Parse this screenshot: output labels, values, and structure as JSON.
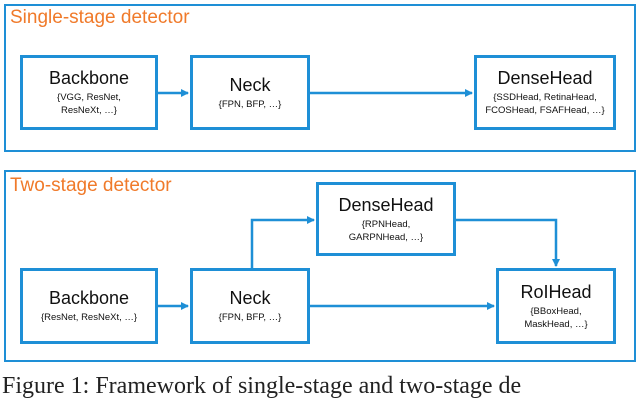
{
  "single_stage": {
    "title": "Single-stage detector",
    "backbone": {
      "title": "Backbone",
      "sub_lines": [
        "{VGG, ResNet,",
        "ResNeXt, …}"
      ]
    },
    "neck": {
      "title": "Neck",
      "sub_lines": [
        "{FPN, BFP, …}"
      ]
    },
    "dense_head": {
      "title": "DenseHead",
      "sub_lines": [
        "{SSDHead, RetinaHead,",
        "FCOSHead, FSAFHead, …}"
      ]
    }
  },
  "two_stage": {
    "title": "Two-stage detector",
    "backbone": {
      "title": "Backbone",
      "sub_lines": [
        "{ResNet, ResNeXt, …}"
      ]
    },
    "neck": {
      "title": "Neck",
      "sub_lines": [
        "{FPN, BFP, …}"
      ]
    },
    "dense_head": {
      "title": "DenseHead",
      "sub_lines": [
        "{RPNHead,",
        "GARPNHead, …}"
      ]
    },
    "roi_head": {
      "title": "RoIHead",
      "sub_lines": [
        "{BBoxHead,",
        "MaskHead, …}"
      ]
    }
  },
  "caption": "Figure 1: Framework of single-stage and two-stage de"
}
